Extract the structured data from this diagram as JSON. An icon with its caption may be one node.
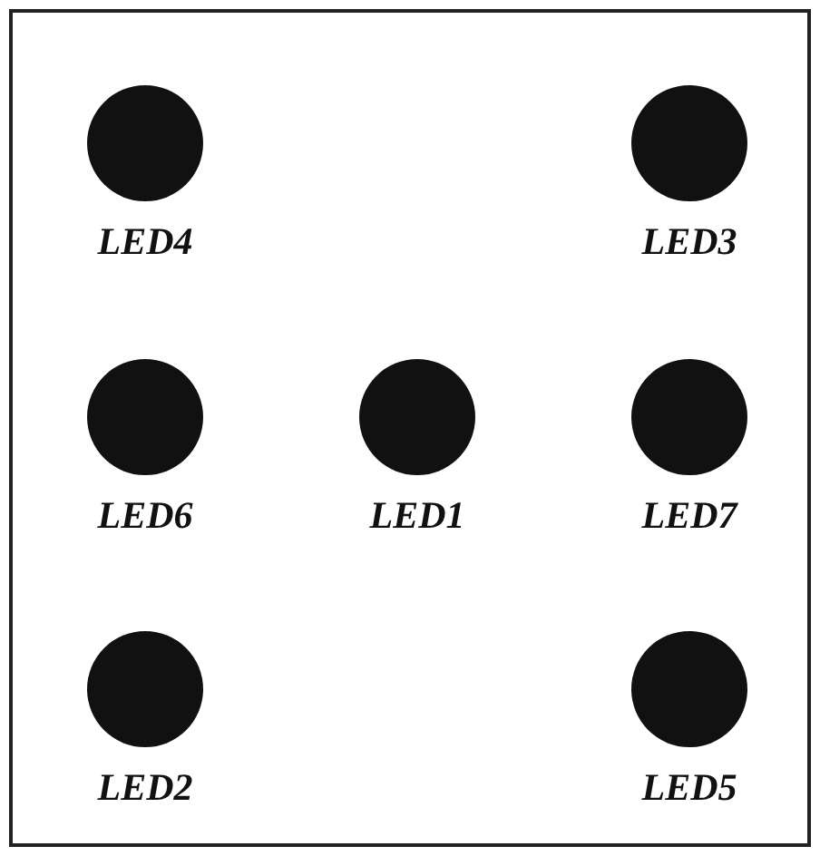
{
  "diagram": {
    "nodes": [
      {
        "text": [],
        "shape": "box"
      },
      {
        "text": [],
        "shape": "circle",
        "in": 0,
        "beside": [
          "LED4"
        ]
      },
      {
        "text": [],
        "shape": "circle",
        "in": 0,
        "beside": [
          "LED3"
        ]
      },
      {
        "text": [],
        "shape": "circle",
        "in": 0,
        "beside": [
          "LED6"
        ]
      },
      {
        "text": [],
        "shape": "circle",
        "in": 0,
        "beside": [
          "LED1"
        ]
      },
      {
        "text": [],
        "shape": "circle",
        "in": 0,
        "beside": [
          "LED7"
        ]
      },
      {
        "text": [],
        "shape": "circle",
        "in": 0,
        "beside": [
          "LED2"
        ]
      },
      {
        "text": [],
        "shape": "circle",
        "in": 0,
        "beside": [
          "LED5"
        ]
      }
    ]
  }
}
